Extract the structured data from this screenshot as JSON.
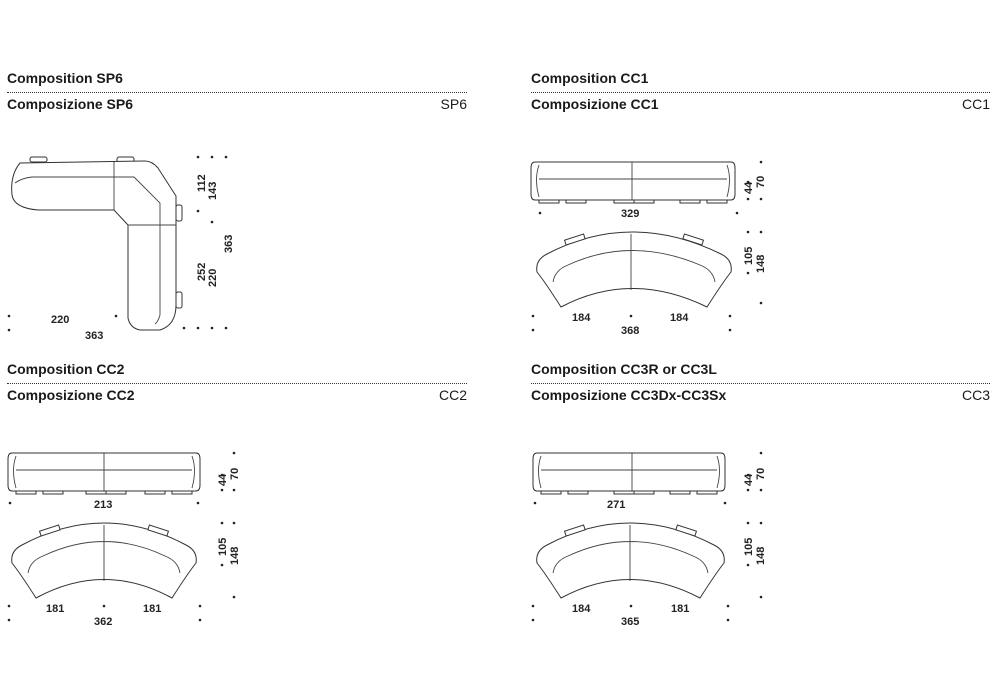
{
  "panels": [
    {
      "title_en": "Composition SP6",
      "title_it": "Composizione SP6",
      "code": "SP6",
      "dims": {
        "seat_depth": "112",
        "depth": "143",
        "total_side": "363",
        "arm_inner": "252",
        "arm_seat": "220",
        "width_seat": "220",
        "width_total": "363"
      }
    },
    {
      "title_en": "Composition CC1",
      "title_it": "Composizione CC1",
      "code": "CC1",
      "dims": {
        "side_width": "329",
        "seat_height": "44",
        "height": "70",
        "seat_depth": "105",
        "depth": "148",
        "left": "184",
        "right": "184",
        "total": "368"
      }
    },
    {
      "title_en": "Composition CC2",
      "title_it": "Composizione CC2",
      "code": "CC2",
      "dims": {
        "side_width": "213",
        "seat_height": "44",
        "height": "70",
        "seat_depth": "105",
        "depth": "148",
        "left": "181",
        "right": "181",
        "total": "362"
      }
    },
    {
      "title_en": "Composition CC3R or CC3L",
      "title_it": "Composizione CC3Dx-CC3Sx",
      "code": "CC3",
      "dims": {
        "side_width": "271",
        "seat_height": "44",
        "height": "70",
        "seat_depth": "105",
        "depth": "148",
        "left": "184",
        "right": "181",
        "total": "365"
      }
    }
  ]
}
